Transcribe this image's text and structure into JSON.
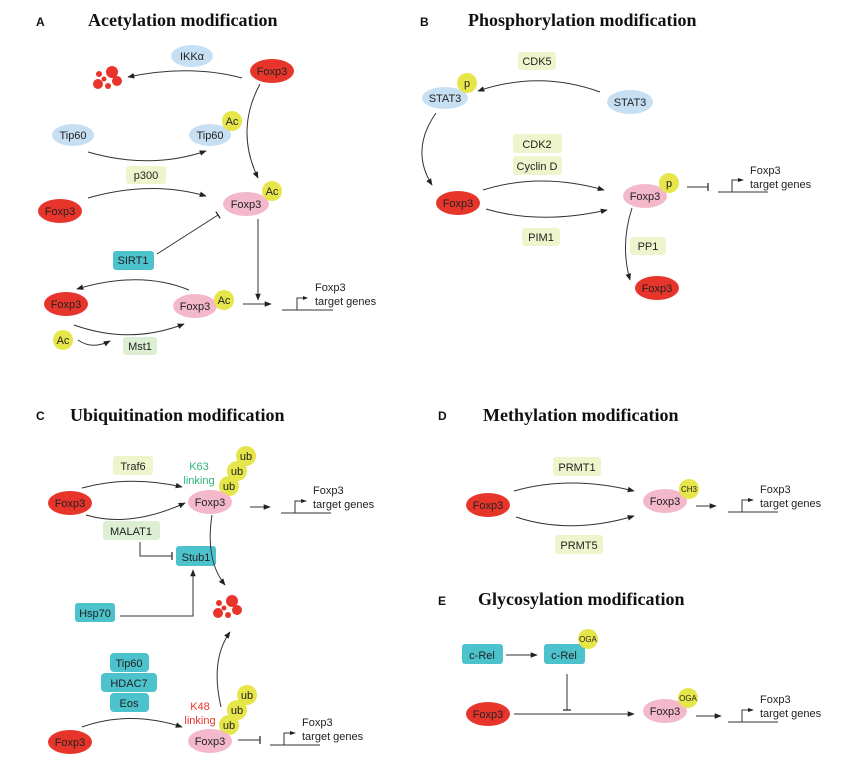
{
  "colors": {
    "foxp3_red": "#e8352b",
    "foxp3_pink": "#f4b8cb",
    "blue_node": "#c7dff2",
    "yellow_mod": "#e6e64a",
    "pale_green": "#eef5cc",
    "light_green": "#dcefd4",
    "teal": "#4cc3cc",
    "k63_green": "#2db37a",
    "k48_red": "#e8352b"
  },
  "panels": {
    "A": {
      "letter": "A",
      "title": "Acetylation modification",
      "ikka": "IKKα",
      "foxp3_top": "Foxp3",
      "tip60": "Tip60",
      "tip60_ac": "Tip60",
      "ac_tip60": "Ac",
      "p300": "p300",
      "foxp3_left": "Foxp3",
      "foxp3_ac": "Foxp3",
      "ac_mid": "Ac",
      "sirt1": "SIRT1",
      "foxp3_bottom_left": "Foxp3",
      "foxp3_ac_bottom": "Foxp3",
      "ac_bottom": "Ac",
      "ac_free": "Ac",
      "mst1": "Mst1",
      "gene_line1": "Foxp3",
      "gene_line2": "target genes"
    },
    "B": {
      "letter": "B",
      "title": "Phosphorylation modification",
      "cdk5": "CDK5",
      "stat3_p": "STAT3",
      "p_stat3": "p",
      "stat3": "STAT3",
      "cdk2": "CDK2",
      "cyclin_d": "Cyclin D",
      "foxp3_left": "Foxp3",
      "foxp3_p": "Foxp3",
      "p_foxp3": "p",
      "pim1": "PIM1",
      "pp1": "PP1",
      "foxp3_bottom": "Foxp3",
      "gene_line1": "Foxp3",
      "gene_line2": "target genes"
    },
    "C": {
      "letter": "C",
      "title": "Ubiquitination modification",
      "traf6": "Traf6",
      "k63_line1": "K63",
      "k63_line2": "linking",
      "ub": "ub",
      "foxp3_left": "Foxp3",
      "foxp3_ub": "Foxp3",
      "malat1": "MALAT1",
      "stub1": "Stub1",
      "hsp70": "Hsp70",
      "tip60": "Tip60",
      "hdac7": "HDAC7",
      "eos": "Eos",
      "k48_line1": "K48",
      "k48_line2": "linking",
      "foxp3_bottom_left": "Foxp3",
      "foxp3_ub_bottom": "Foxp3",
      "gene_line1": "Foxp3",
      "gene_line2": "target genes"
    },
    "D": {
      "letter": "D",
      "title": "Methylation modification",
      "prmt1": "PRMT1",
      "prmt5": "PRMT5",
      "foxp3_left": "Foxp3",
      "foxp3_me": "Foxp3",
      "ch3": "CH3",
      "gene_line1": "Foxp3",
      "gene_line2": "target genes"
    },
    "E": {
      "letter": "E",
      "title": "Glycosylation modification",
      "crel": "c-Rel",
      "crel_oga": "c-Rel",
      "oga_crel": "OGA",
      "foxp3_left": "Foxp3",
      "foxp3_oga": "Foxp3",
      "oga_foxp3": "OGA",
      "gene_line1": "Foxp3",
      "gene_line2": "target genes"
    }
  }
}
